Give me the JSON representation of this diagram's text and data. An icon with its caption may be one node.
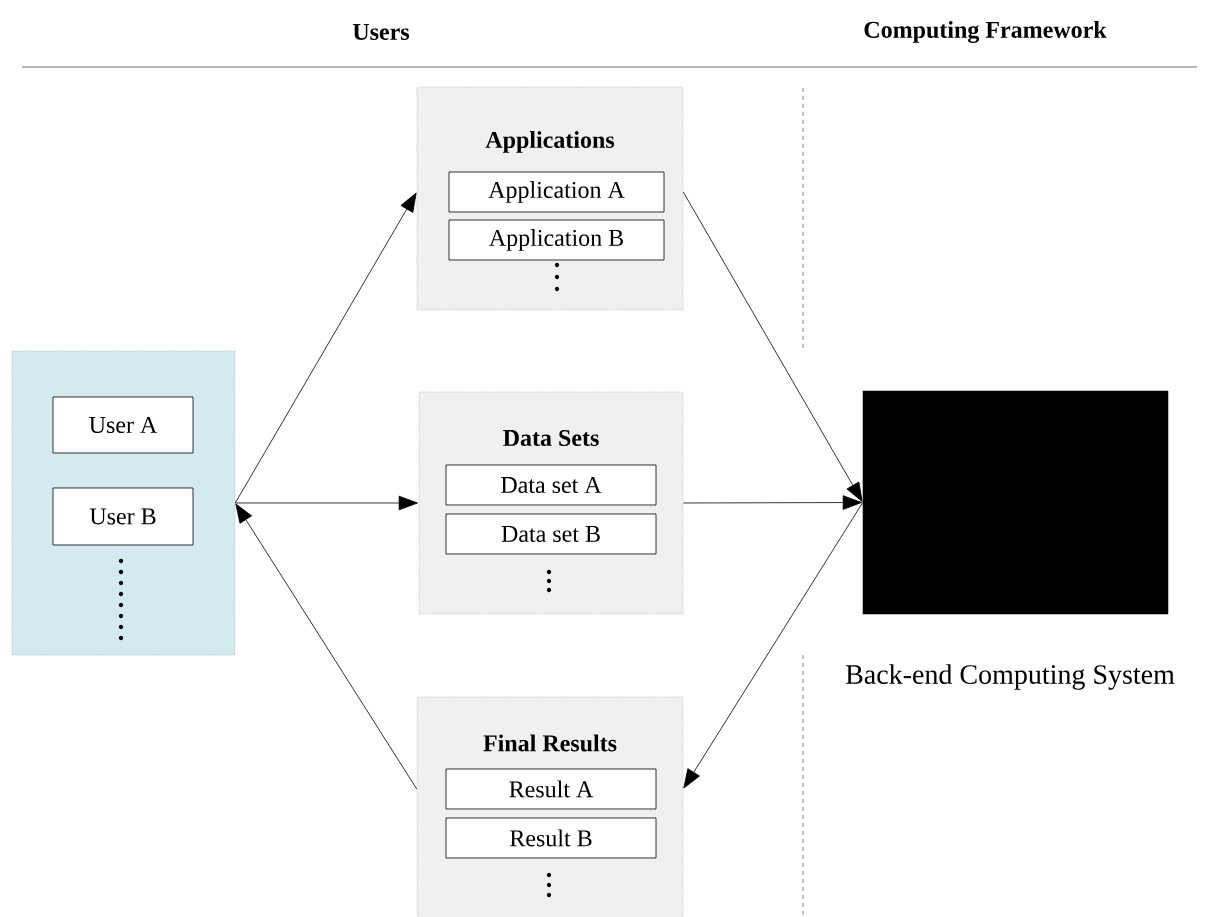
{
  "diagram": {
    "nodes": [
      {
        "text": [],
        "shape": "box"
      },
      {
        "text": [
          "User A"
        ],
        "in": 0
      },
      {
        "text": [
          "User B"
        ],
        "in": 0
      },
      {
        "text": [
          "Applications"
        ]
      },
      {
        "text": [
          "Application A"
        ],
        "in": 3
      },
      {
        "text": [
          "Application B"
        ],
        "in": 3
      },
      {
        "text": [
          "Data Sets"
        ]
      },
      {
        "text": [
          "Data set A"
        ],
        "in": 6
      },
      {
        "text": [
          "Data set B"
        ],
        "in": 6
      },
      {
        "text": [
          "Final Results"
        ]
      },
      {
        "text": [
          "Result A"
        ],
        "in": 9
      },
      {
        "text": [
          "Result B"
        ],
        "in": 9
      },
      {
        "text": [],
        "shape": "box",
        "beside": [
          "Back-end Computing System"
        ]
      }
    ],
    "edges": [
      {
        "from": 0,
        "to": 3,
        "arrow": "to"
      },
      {
        "from": 0,
        "to": 6,
        "arrow": "to"
      },
      {
        "from": 9,
        "to": 0,
        "arrow": "to"
      },
      {
        "from": 3,
        "to": 12,
        "arrow": "to"
      },
      {
        "from": 6,
        "to": 12,
        "arrow": "to"
      },
      {
        "from": 12,
        "to": 9,
        "arrow": "to"
      }
    ],
    "labels": [
      "Users",
      "Computing Framework"
    ]
  }
}
